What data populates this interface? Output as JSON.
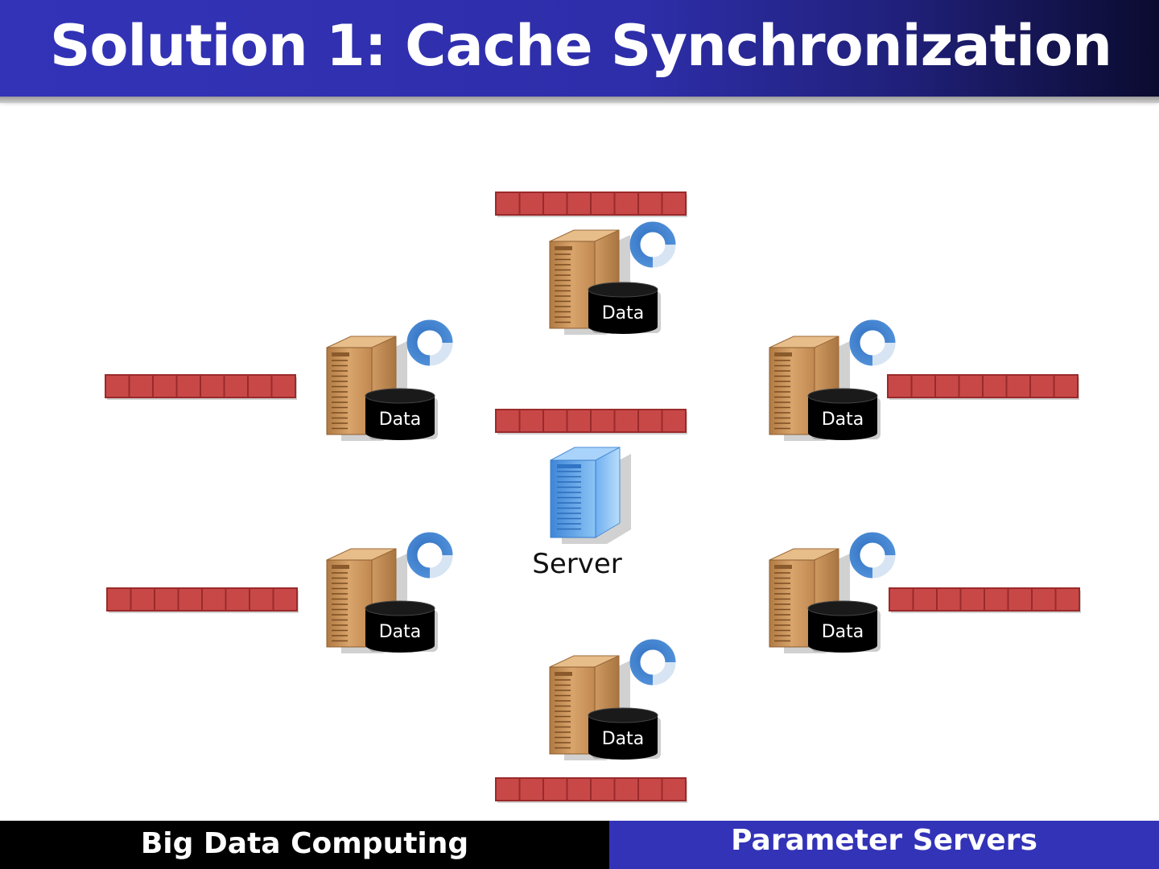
{
  "title": "Solution 1: Cache Synchronization",
  "server": {
    "label": "Server"
  },
  "workers": [
    {
      "id": "top",
      "data_label": "Data"
    },
    {
      "id": "upper-left",
      "data_label": "Data"
    },
    {
      "id": "upper-right",
      "data_label": "Data"
    },
    {
      "id": "lower-left",
      "data_label": "Data"
    },
    {
      "id": "lower-right",
      "data_label": "Data"
    },
    {
      "id": "bottom",
      "data_label": "Data"
    }
  ],
  "parameter_vector_cells": 8,
  "footer": {
    "left": "Big Data Computing",
    "right": "Parameter Servers"
  },
  "colors": {
    "title_bar": "#3333b8",
    "vector_cell": "#c84848",
    "vector_border": "#9a2a2a",
    "cache_ring": "#3a78c8",
    "worker_body": "#c98f55",
    "disk": "#000000",
    "server_body": "#5a9ee8"
  }
}
